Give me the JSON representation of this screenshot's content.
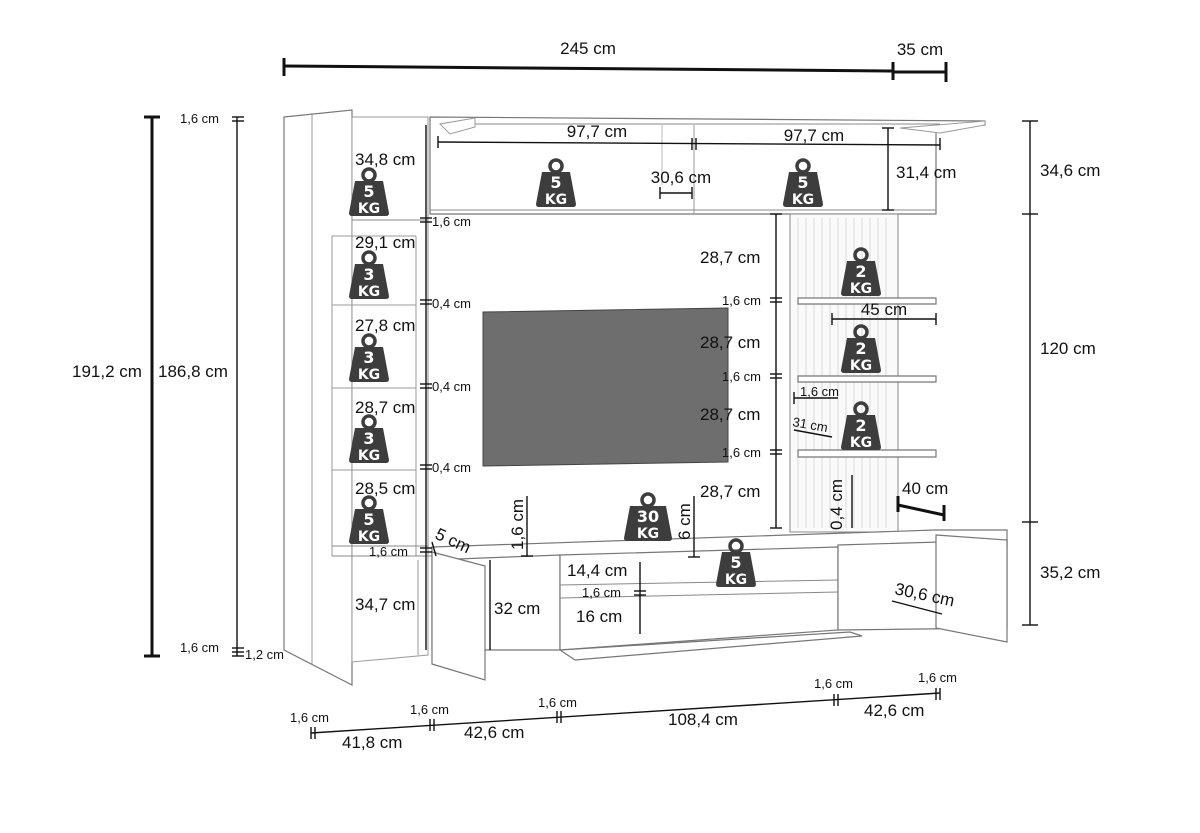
{
  "dimensions": {
    "total_width": "245 cm",
    "depth_top": "35 cm",
    "total_height": "191,2 cm",
    "inner_height": "186,8 cm",
    "top_thickness": "1,6 cm",
    "bottom_thickness": "1,6 cm",
    "base_thickness": "1,2 cm",
    "top_cabinet_left": "97,7 cm",
    "top_cabinet_right": "97,7 cm",
    "top_shelf_depth": "30,6 cm",
    "top_right_height": "31,4 cm",
    "top_right_section": "34,6 cm",
    "middle_section": "120 cm",
    "bottom_section": "35,2 cm",
    "left_c1": "34,8 cm",
    "left_c2": "29,1 cm",
    "left_c3": "27,8 cm",
    "left_c4": "28,7 cm",
    "left_c5": "28,5 cm",
    "left_c6": "34,7 cm",
    "lc_sep1": "1,6 cm",
    "lc_sep2": "0,4 cm",
    "lc_sep3": "0,4 cm",
    "lc_sep4": "0,4 cm",
    "lc_sep5": "1,6 cm",
    "door_gap": "5 cm",
    "tv_top_thk": "1,6 cm",
    "tv_depth": "6 cm",
    "inner_top": "14,4 cm",
    "inner_sep": "1,6 cm",
    "inner_bottom": "16 cm",
    "low_left_inner": "32 cm",
    "right_c1": "28,7 cm",
    "right_sep1": "1,6 cm",
    "right_c2": "28,7 cm",
    "right_sep2": "1,6 cm",
    "right_c3": "28,7 cm",
    "right_sep3": "1,6 cm",
    "right_c4": "28,7 cm",
    "shelf_width": "45 cm",
    "shelf_thk": "1,6 cm",
    "shelf_depth": "31 cm",
    "panel_thk": "0,4 cm",
    "side_depth": "40 cm",
    "right_door_depth": "30,6 cm",
    "bw_sep1": "1,6 cm",
    "bw_1": "41,8 cm",
    "bw_sep2": "1,6 cm",
    "bw_2": "42,6 cm",
    "bw_sep3": "1,6 cm",
    "bw_3": "108,4 cm",
    "bw_sep4": "1,6 cm",
    "bw_4": "42,6 cm",
    "bw_sep5": "1,6 cm"
  },
  "weights": [
    {
      "num": "5",
      "unit": "KG"
    },
    {
      "num": "5",
      "unit": "KG"
    },
    {
      "num": "5",
      "unit": "KG"
    },
    {
      "num": "3",
      "unit": "KG"
    },
    {
      "num": "3",
      "unit": "KG"
    },
    {
      "num": "3",
      "unit": "KG"
    },
    {
      "num": "5",
      "unit": "KG"
    },
    {
      "num": "2",
      "unit": "KG"
    },
    {
      "num": "2",
      "unit": "KG"
    },
    {
      "num": "2",
      "unit": "KG"
    },
    {
      "num": "30",
      "unit": "KG"
    },
    {
      "num": "5",
      "unit": "KG"
    }
  ],
  "colors": {
    "weight_icon": "#3d3d3d",
    "tv_screen": "#6e6e6e",
    "lines": "#111111"
  }
}
